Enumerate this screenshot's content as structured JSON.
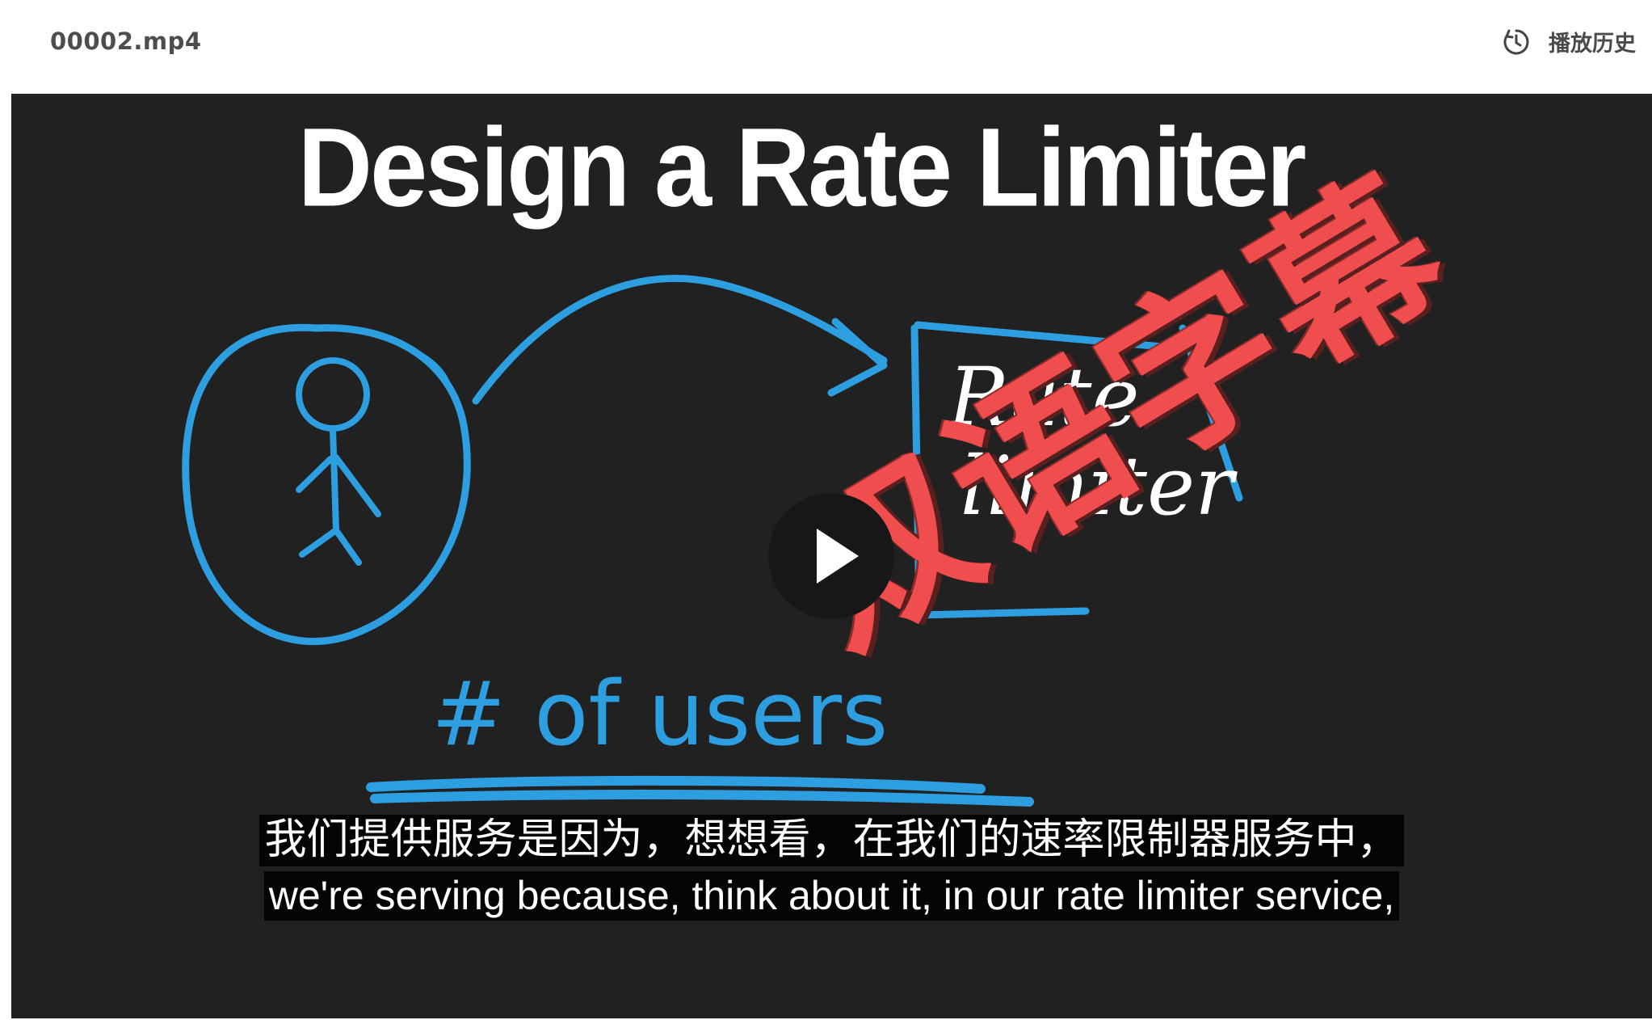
{
  "header": {
    "filename": "00002.mp4",
    "history_label": "播放历史",
    "history_icon": "history-clock-icon"
  },
  "video": {
    "slide_title": "Design a Rate Limiter",
    "drawing": {
      "box_text_line1": "Rate",
      "box_text_line2": "limiter",
      "users_text": "# of users"
    },
    "watermark": "双语字幕",
    "play_icon": "play-icon",
    "subtitles": {
      "zh": "我们提供服务是因为，想想看，在我们的速率限制器服务中，",
      "en": "we're serving because, think about it, in our rate limiter service,"
    }
  },
  "colors": {
    "video_bg": "#212121",
    "sketch_blue": "#2d9ee0",
    "watermark_red": "#f04e4e"
  }
}
